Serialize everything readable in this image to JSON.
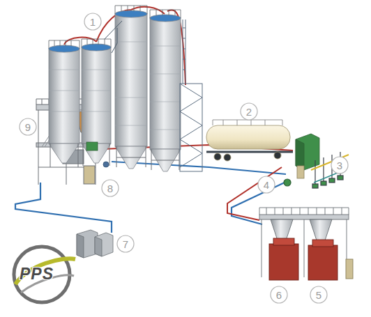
{
  "diagram": {
    "nodes": [
      {
        "text": [
          "1"
        ]
      },
      {
        "text": [
          "2"
        ]
      },
      {
        "text": [
          "9"
        ]
      },
      {
        "text": [
          "3"
        ]
      },
      {
        "text": [
          "4"
        ]
      },
      {
        "text": [
          "8"
        ]
      },
      {
        "text": [
          "7"
        ]
      },
      {
        "text": [
          "6"
        ]
      },
      {
        "text": [
          "5"
        ]
      }
    ],
    "labels": [
      "PPS"
    ]
  }
}
